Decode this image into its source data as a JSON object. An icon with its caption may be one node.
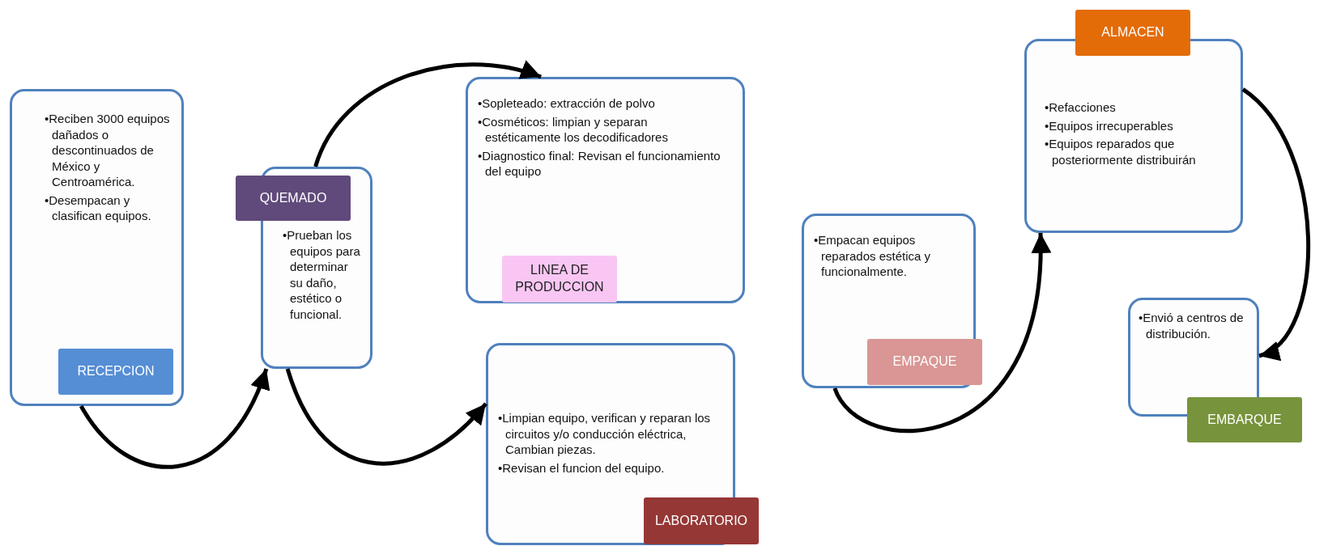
{
  "diagram": {
    "nodes": [
      {
        "text": [
          "•Reciben 3000 equipos dañados o descontinuados de México y Centroamérica.",
          "•Desempacan y clasifican equipos.",
          "RECEPCION"
        ]
      },
      {
        "text": [
          "QUEMADO",
          "•Prueban los equipos para determinar su daño, estético o funcional."
        ]
      },
      {
        "text": [
          "•Sopleteado: extracción de polvo",
          "•Cosméticos: limpian y separan estéticamente los decodificadores",
          "•Diagnostico final: Revisan el funcionamiento del equipo",
          "LINEA DE PRODUCCION"
        ]
      },
      {
        "text": [
          "•Limpian equipo, verifican y reparan los circuitos y/o conducción eléctrica, Cambian  piezas.",
          "•Revisan el funcion del equipo.",
          "LABORATORIO"
        ]
      },
      {
        "text": [
          "•Empacan equipos reparados estética y funcionalmente.",
          "EMPAQUE"
        ]
      },
      {
        "text": [
          "ALMACEN",
          "•Refacciones",
          "•Equipos irrecuperables",
          "•Equipos reparados que posteriormente distribuirán"
        ]
      },
      {
        "text": [
          "•Envió a centros de distribución.",
          "EMBARQUE"
        ]
      }
    ],
    "edges": [
      {
        "from": 0,
        "to": 1,
        "arrow": "to"
      },
      {
        "from": 1,
        "to": 2,
        "arrow": "to"
      },
      {
        "from": 1,
        "to": 3,
        "arrow": "to"
      },
      {
        "from": 4,
        "to": 5,
        "arrow": "to"
      },
      {
        "from": 5,
        "to": 6,
        "arrow": "to"
      }
    ]
  }
}
